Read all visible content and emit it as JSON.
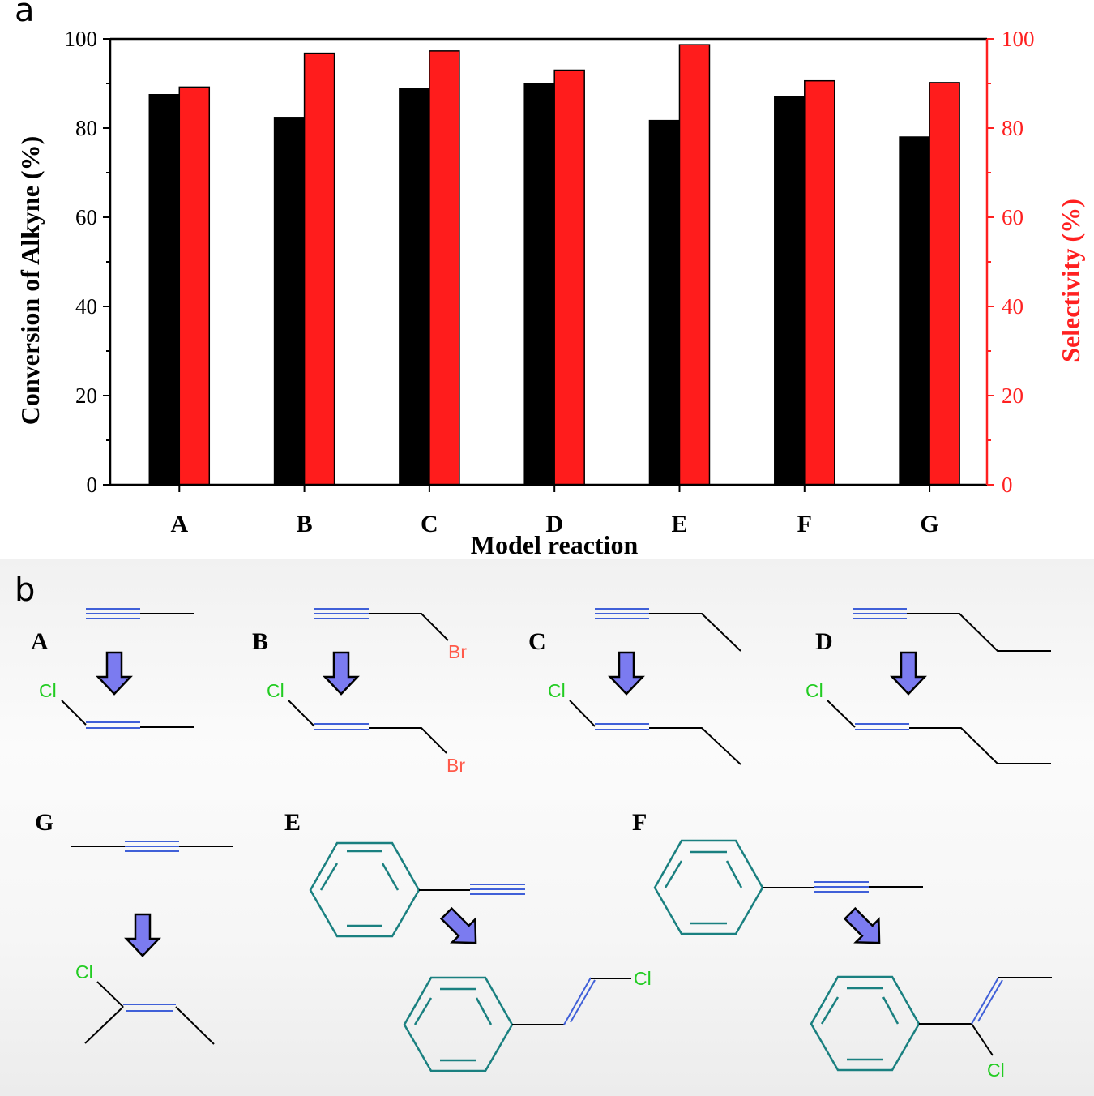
{
  "panel_labels": {
    "a": "a",
    "b": "b"
  },
  "colors": {
    "conversion": "#000000",
    "selectivity": "#ff1c1c",
    "right_axis": "#ff2020",
    "triple_bond": "#4060d8",
    "double_bond": "#4060d8",
    "benzene": "#1a8080",
    "chlorine": "#22cc22",
    "bromine": "#ff5a4a",
    "arrow_fill": "#7b7bf0"
  },
  "chart_data": {
    "type": "bar",
    "title": "",
    "xlabel": "Model reaction",
    "ylabel": "Conversion of Alkyne (%)",
    "y2label": "Selectivity (%)",
    "categories": [
      "A",
      "B",
      "C",
      "D",
      "E",
      "F",
      "G"
    ],
    "ylim": [
      0,
      100
    ],
    "y2lim": [
      0,
      100
    ],
    "yticks": [
      "0",
      "20",
      "40",
      "60",
      "80",
      "100"
    ],
    "grid": false,
    "legend": "none",
    "series": [
      {
        "axis": "left",
        "values": [
          87.5,
          82.4,
          88.8,
          90.0,
          81.7,
          87.0,
          78.0
        ]
      },
      {
        "axis": "right",
        "values": [
          89.2,
          96.8,
          97.3,
          93.0,
          98.7,
          90.6,
          90.2
        ]
      }
    ]
  },
  "reactions": {
    "A": {
      "label": "A"
    },
    "B": {
      "label": "B",
      "atoms": [
        "Br",
        "Br"
      ]
    },
    "C": {
      "label": "C"
    },
    "D": {
      "label": "D"
    },
    "G": {
      "label": "G"
    },
    "E": {
      "label": "E"
    },
    "F": {
      "label": "F"
    },
    "cl": "Cl"
  }
}
